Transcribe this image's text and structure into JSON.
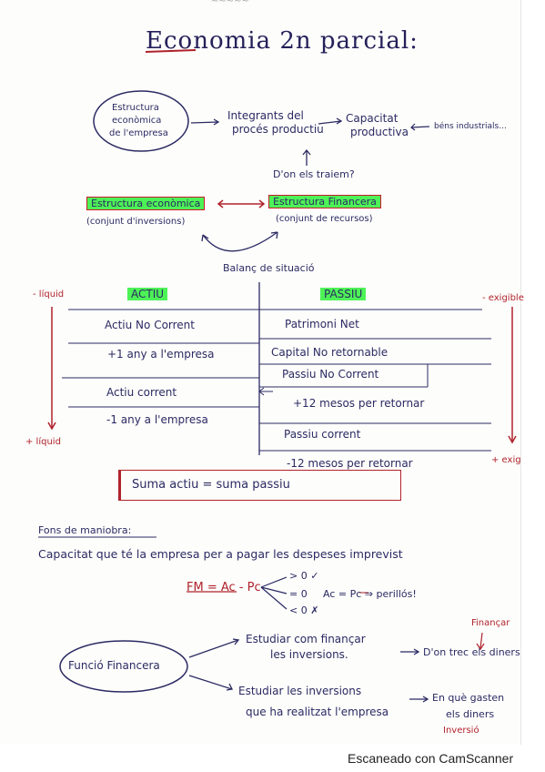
{
  "header": {
    "scrap": "~~~~~"
  },
  "title": "Economia 2n parcial:",
  "top_diagram": {
    "circle_text": [
      "Estructura",
      "econòmica",
      "de l'empresa"
    ],
    "integrants": [
      "Integrants del",
      "procés productiu"
    ],
    "capacitat": [
      "Capacitat",
      "productiva"
    ],
    "bens": "béns industrials...",
    "question": "D'on els traiem?",
    "estructura_economica": "Estructura econòmica",
    "conjunt_inversions": "(conjunt d'inversions)",
    "estructura_financera": "Estructura Financera",
    "conjunt_recursos": "(conjunt de recursos)",
    "balanc": "Balanç de situació"
  },
  "balance": {
    "left_top": "- líquid",
    "left_bottom": "+ líquid",
    "right_top": "- exigible",
    "right_bottom": "+ exig",
    "actiu_header": "ACTIU",
    "passiu_header": "PASSIU",
    "actiu_no_corrent": "Actiu No Corrent",
    "plus1": "+1 any a l'empresa",
    "actiu_corrent": "Actiu corrent",
    "minus1": "-1 any a l'empresa",
    "patrimoni_net": "Patrimoni Net",
    "capital": "Capital No retornable",
    "passiu_no_corrent": "Passiu No Corrent",
    "plus12": "+12 mesos per retornar",
    "passiu_corrent": "Passiu corrent",
    "minus12": "-12 mesos per retornar",
    "suma": "Suma actiu = suma passiu"
  },
  "fons": {
    "heading": "Fons de maniobra:",
    "definition": "Capacitat que té la empresa per a pagar les despeses imprevist",
    "formula": "FM = Ac - Pc",
    "gt": "> 0 ✓",
    "eq": "= 0",
    "eq_note": "Ac = Pc ⇒ perillós!",
    "lt": "< 0 ✗"
  },
  "funcio": {
    "circle": "Funció Financera",
    "branch1": [
      "Estudiar com finançar",
      "les inversions."
    ],
    "finançar": "Finançar",
    "result1": "D'on trec els diners",
    "branch2": [
      "Estudiar les inversions",
      "que ha realitzat l'empresa"
    ],
    "result2": [
      "En què gasten",
      "els diners"
    ],
    "inversio": "Inversió"
  },
  "footer": "Escaneado con CamScanner"
}
